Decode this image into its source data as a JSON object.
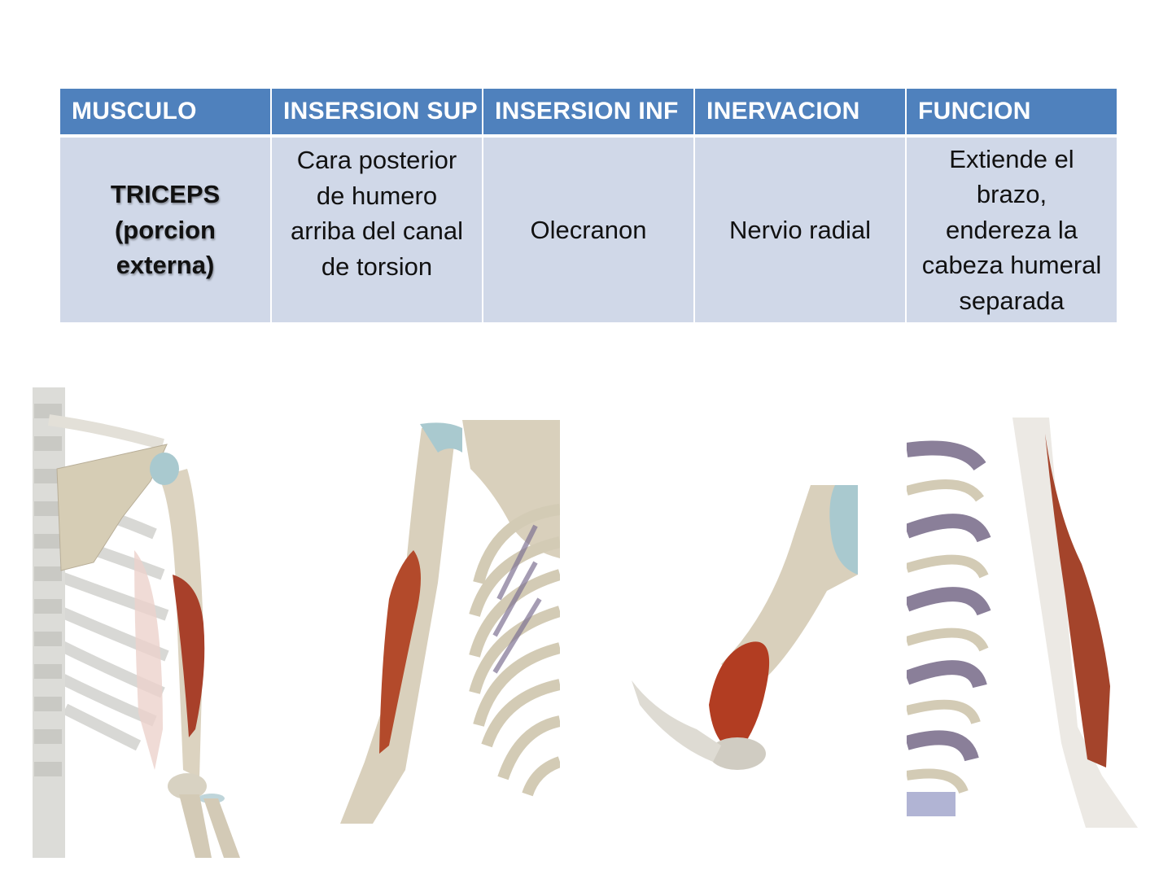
{
  "table": {
    "headers": [
      "MUSCULO",
      "INSERSION SUP",
      "INSERSION INF",
      "INERVACION",
      "FUNCION"
    ],
    "row": {
      "musculo": [
        "TRICEPS",
        "(porcion",
        "externa)"
      ],
      "insersion_sup": [
        "Cara posterior",
        "de humero",
        "arriba del canal",
        "de torsion"
      ],
      "insersion_inf": [
        "Olecranon"
      ],
      "inervacion": [
        "Nervio radial"
      ],
      "funcion": [
        "Extiende el",
        "brazo,",
        "endereza la",
        "cabeza humeral",
        "separada"
      ]
    }
  },
  "colors": {
    "header_bg": "#4f81bd",
    "body_bg": "#d0d8e8",
    "muscle": "#a8402a",
    "bone": "#d9d0bc",
    "cartilage": "#a9c9cf"
  },
  "figures": [
    {
      "name": "anterior-shoulder-arm-view"
    },
    {
      "name": "lateral-arm-ribcage-view"
    },
    {
      "name": "flexed-forearm-elbow-view"
    },
    {
      "name": "posterior-arm-ribcage-view"
    }
  ]
}
